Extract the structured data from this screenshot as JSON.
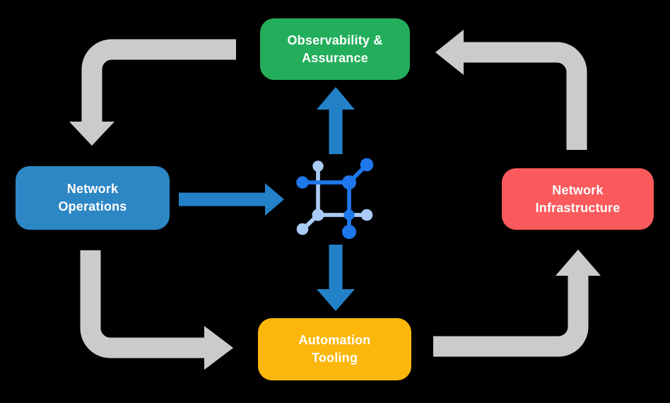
{
  "diagram": {
    "nodes": {
      "observability": {
        "lines": [
          "Observability &",
          "Assurance"
        ]
      },
      "operations": {
        "lines": [
          "Network",
          "Operations"
        ]
      },
      "infrastructure": {
        "lines": [
          "Network",
          "Infrastructure"
        ]
      },
      "automation": {
        "lines": [
          "Automation",
          "Tooling"
        ]
      }
    },
    "center_icon": "network-mesh-icon",
    "connections": [
      {
        "from": "observability",
        "to": "operations",
        "style": "gray-elbow"
      },
      {
        "from": "operations",
        "to": "automation",
        "style": "gray-elbow"
      },
      {
        "from": "automation",
        "to": "infrastructure",
        "style": "gray-elbow"
      },
      {
        "from": "infrastructure",
        "to": "observability",
        "style": "gray-elbow"
      },
      {
        "from": "operations",
        "to": "center-icon",
        "style": "blue-straight"
      },
      {
        "from": "center-icon",
        "to": "observability",
        "style": "blue-straight"
      },
      {
        "from": "center-icon",
        "to": "automation",
        "style": "blue-straight"
      }
    ],
    "colors": {
      "green": "#23AE5B",
      "blue": "#2E87C5",
      "red": "#FA5A5C",
      "yellow": "#FBB70B",
      "arrow-gray": "#CBCBCB",
      "arrow-blue": "#2381C8",
      "icon-dark": "#1F78EB",
      "icon-light": "#A9CBF5",
      "background": "#000000",
      "text": "#FFFFFF"
    }
  }
}
